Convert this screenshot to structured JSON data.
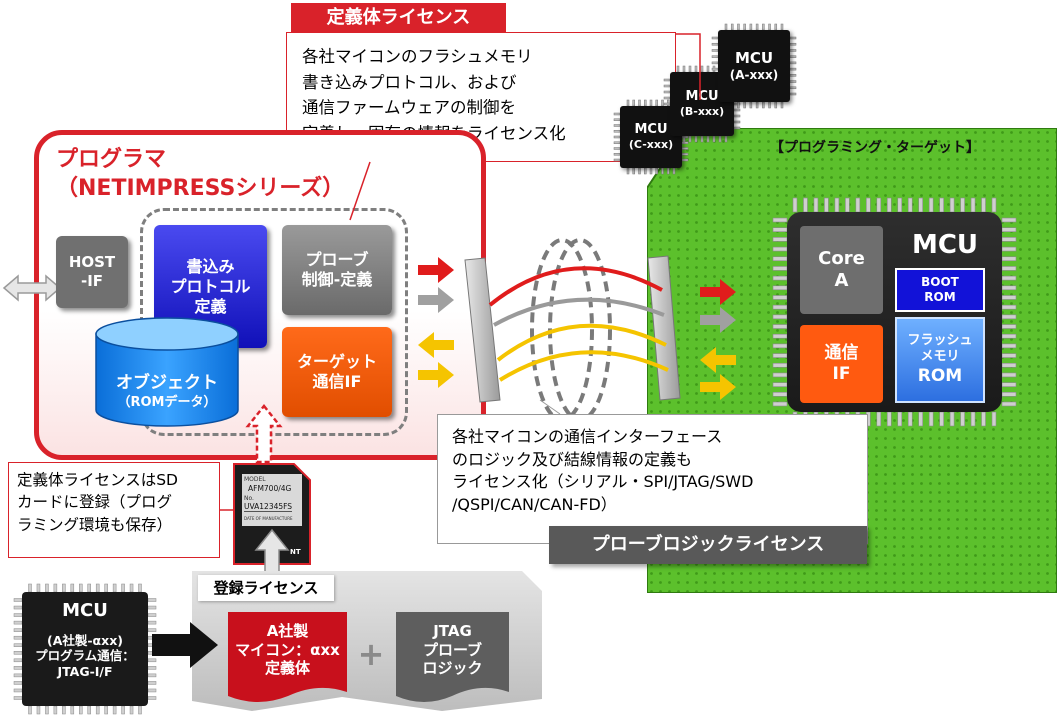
{
  "license_callout": {
    "title": "定義体ライセンス",
    "text": "各社マイコンのフラシュメモリ\n書き込みプロトコル、および\n通信ファームウェアの制御を\n定義し、固有の情報をライセンス化"
  },
  "programmer": {
    "title": "プログラマ\n（NETIMPRESSシリーズ）",
    "host_if": "HOST\n-IF",
    "write_protocol": "書込み\nプロトコル\n定義",
    "probe_control": "プローブ\n制御-定義",
    "target_if": "ターゲット\n通信IF",
    "object": "オブジェクト",
    "object_sub": "（ROMデータ）"
  },
  "sd_callout": {
    "text": "定義体ライセンスはSD\nカードに登録（プログ\nラミング環境も保存）"
  },
  "sd_card": {
    "model_label": "MODEL",
    "model": "AFM700/4G",
    "no_label": "No.",
    "serial": "UVA12345FS",
    "date_label": "DATE OF MANUFACTURE",
    "maker": "NT"
  },
  "probe_logic": {
    "text": "各社マイコンの通信インターフェース\nのロジック及び結線情報の定義も\nライセンス化（シリアル・SPI/JTAG/SWD\n/QSPI/CAN/CAN-FD）",
    "title": "プローブロジックライセンス"
  },
  "target_board": {
    "title": "【プログラミング・ターゲット】",
    "mcu": "MCU",
    "core": "Core\nA",
    "boot_rom": "BOOT\nROM",
    "comm_if": "通信\nIF",
    "flash_label": "フラッシュ\nメモリ",
    "flash_rom": "ROM"
  },
  "small_mcus": [
    {
      "name": "MCU",
      "model": "(A-xxx)"
    },
    {
      "name": "MCU",
      "model": "(B-xxx)"
    },
    {
      "name": "MCU",
      "model": "(C-xxx)"
    }
  ],
  "registration": {
    "tag": "登録ライセンス",
    "definition": "A社製\nマイコン：αxx\n定義体",
    "plus": "+",
    "probe_logic": "JTAG\nプローブ\nロジック"
  },
  "bottom_mcu": {
    "title": "MCU",
    "desc": "(A社製-αxx)\nプログラム通信：\nJTAG-I/F"
  },
  "colors": {
    "red": "#d9222a",
    "board_green": "#5bbf2d",
    "blue": "#1414c8",
    "orange": "#ff5a10",
    "gray": "#707070",
    "yellow": "#f5c400"
  }
}
